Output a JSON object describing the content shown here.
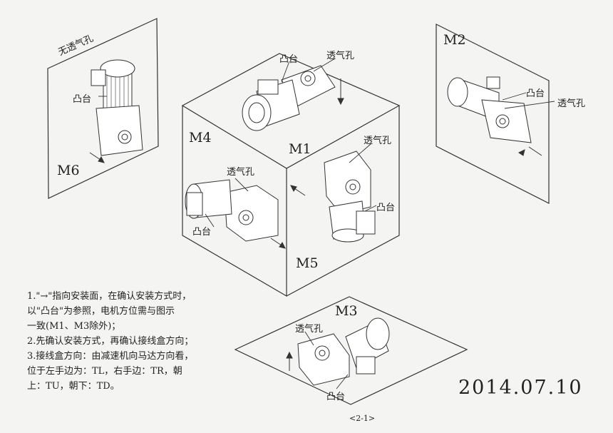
{
  "labels": {
    "no_vent": "无透气孔",
    "boss": "凸台",
    "vent": "透气孔"
  },
  "positions": {
    "m1": "M1",
    "m2": "M2",
    "m3": "M3",
    "m4": "M4",
    "m5": "M5",
    "m6": "M6"
  },
  "notes": [
    "1.\"→\"指向安装面，在确认安装方式时，",
    "  以\"凸台\"为参照，电机方位需与图示",
    "  一致(M1、M3除外)；",
    "2.先确认安装方式，再确认接线盒方向；",
    "3.接线盒方向：由减速机向马达方向看，",
    "  位于左手边为：TL，右手边：TR，朝",
    "  上：TU，朝下：TD。"
  ],
  "date": "2014.07.10",
  "page_number": "<2-1>",
  "colors": {
    "line": "#333333",
    "paper": "#f4f4f2"
  }
}
